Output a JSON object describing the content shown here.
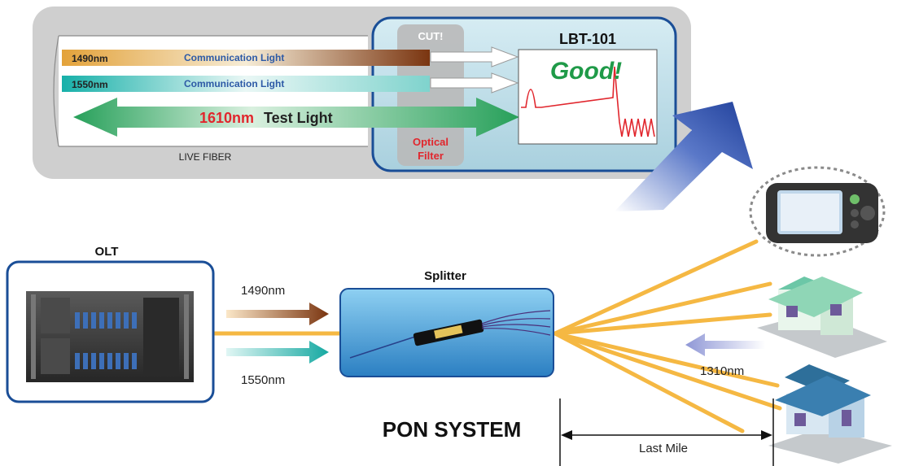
{
  "top_panel": {
    "fiber_caption": "LIVE FIBER",
    "beam_1490": {
      "wavelength": "1490nm",
      "text": "Communication Light"
    },
    "beam_1550": {
      "wavelength": "1550nm",
      "text": "Communication Light"
    },
    "test_beam": {
      "wavelength": "1610nm",
      "text": "Test Light"
    },
    "cut_label": "CUT!",
    "filter_label_1": "Optical",
    "filter_label_2": "Filter",
    "device_title": "LBT-101",
    "status_text": "Good!"
  },
  "bottom": {
    "olt_label": "OLT",
    "splitter_label": "Splitter",
    "downstream_1490": "1490nm",
    "downstream_1550": "1550nm",
    "upstream_1310": "1310nm",
    "system_title": "PON SYSTEM",
    "last_mile_label": "Last Mile"
  },
  "colors": {
    "panel_bg": "#cfcfcf",
    "inner_panel_border": "#1a4e97",
    "fiber_line": "#f5b843",
    "brand_red": "#e1262d",
    "good_green": "#1f9a48",
    "arrow_blue": "#1f3f9a"
  }
}
